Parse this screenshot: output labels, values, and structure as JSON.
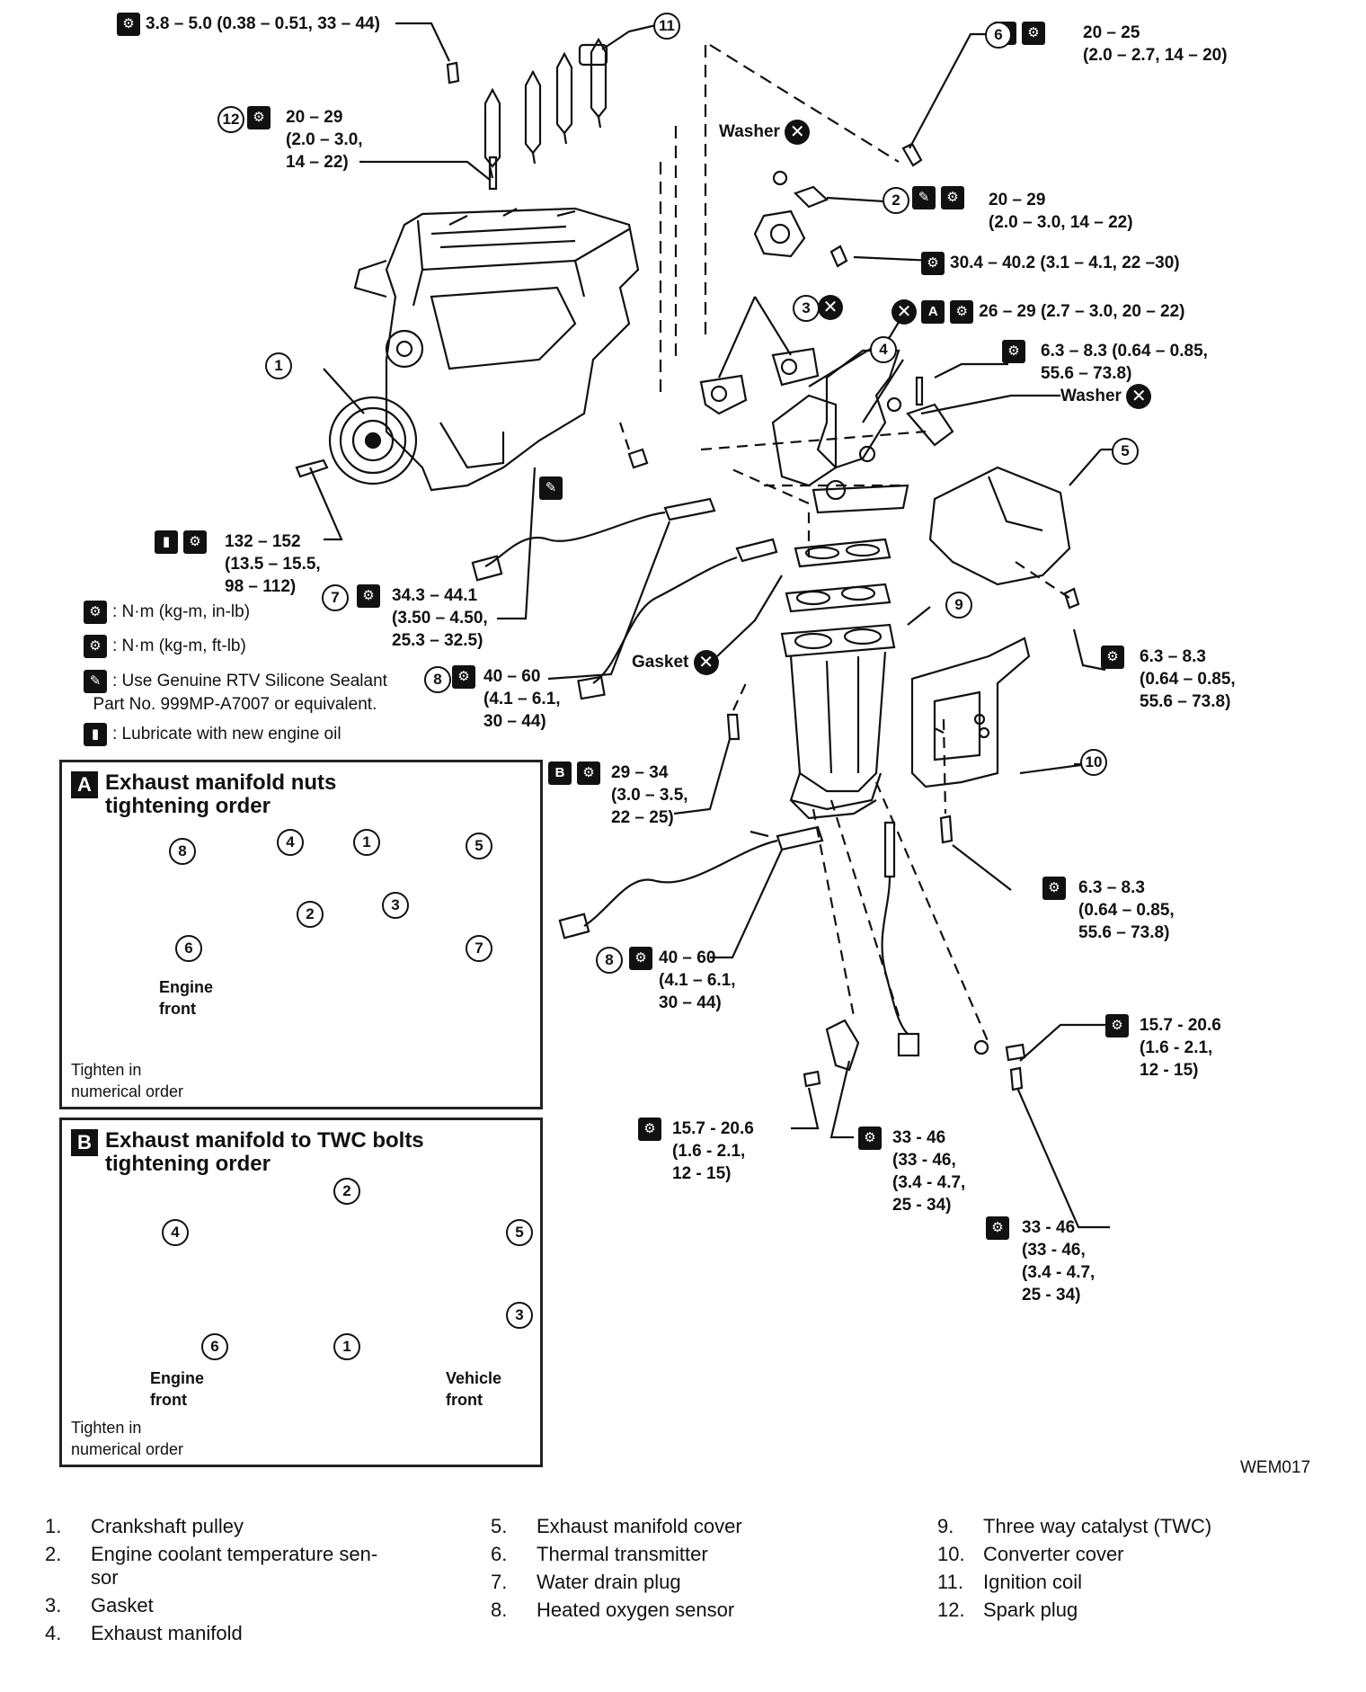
{
  "callouts": {
    "ignition_torque": "3.8 – 5.0 (0.38 – 0.51, 33 – 44)",
    "thermal_torque": "20 – 25\n(2.0 – 2.7, 14 – 20)",
    "spark_plug_torque": "20 – 29\n(2.0 – 3.0,\n14 – 22)",
    "washer": "Washer",
    "coolant_sensor_torque": "20 – 29\n(2.0 – 3.0, 14 – 22)",
    "bracket_bolt_torque": "30.4 – 40.2 (3.1 – 4.1, 22 –30)",
    "manifold_nut_torque": "26 – 29 (2.7 – 3.0, 20 – 22)",
    "bracket_torque": "6.3 – 8.3 (0.64 – 0.85,\n55.6 – 73.8)",
    "washer_2": "Washer",
    "pulley_torque": "132 – 152\n(13.5 – 15.5,\n98 – 112)",
    "drain_plug_torque": "34.3 – 44.1\n(3.50 – 4.50,\n25.3 – 32.5)",
    "cover_bolt_torque": "6.3 – 8.3\n(0.64 – 0.85,\n55.6 – 73.8)",
    "gasket": "Gasket",
    "o2_upper_torque": "40 – 60\n(4.1 – 6.1,\n30 – 44)",
    "twc_bolt_torque": "29 – 34\n(3.0 – 3.5,\n22 – 25)",
    "converter_cover_torque": "6.3 – 8.3\n(0.64 – 0.85,\n55.6 – 73.8)",
    "o2_lower_torque": "40 – 60\n(4.1 – 6.1,\n30 – 44)",
    "bracket_right_torque": "15.7 - 20.6\n(1.6 - 2.1,\n12 - 15)",
    "bracket_left_torque": "15.7 - 20.6\n(1.6 - 2.1,\n12 - 15)",
    "stay_torque_1": "33 - 46\n(33 - 46,\n(3.4 - 4.7,\n25 - 34)",
    "stay_torque_2": "33 - 46\n(33 - 46,\n(3.4 - 4.7,\n25 - 34)",
    "figure_code": "WEM017"
  },
  "callout_letters": {
    "a": "A",
    "b": "B"
  },
  "legend": {
    "nm_inlb": ": N·m (kg-m, in-lb)",
    "nm_ftlb": ": N·m (kg-m, ft-lb)",
    "rtv": ": Use Genuine RTV Silicone Sealant\n  Part No. 999MP-A7007 or equivalent.",
    "oil": ": Lubricate with new engine oil"
  },
  "box_a": {
    "letter": "A",
    "title": "Exhaust manifold nuts\ntightening order",
    "engine_front": "Engine\nfront",
    "note": "Tighten in\nnumerical order",
    "numbers": [
      "1",
      "2",
      "3",
      "4",
      "5",
      "6",
      "7",
      "8"
    ]
  },
  "box_b": {
    "letter": "B",
    "title": "Exhaust manifold to TWC bolts\ntightening order",
    "engine_front": "Engine\nfront",
    "vehicle_front": "Vehicle\nfront",
    "note": "Tighten in\nnumerical order",
    "numbers": [
      "1",
      "2",
      "3",
      "4",
      "5",
      "6"
    ]
  },
  "callout_numbers": [
    "1",
    "2",
    "3",
    "4",
    "5",
    "6",
    "7",
    "8",
    "8",
    "9",
    "10",
    "11",
    "12"
  ],
  "parts": [
    {
      "num": "1.",
      "name": "Crankshaft pulley"
    },
    {
      "num": "2.",
      "name": "Engine coolant temperature sen-\nsor"
    },
    {
      "num": "3.",
      "name": "Gasket"
    },
    {
      "num": "4.",
      "name": "Exhaust manifold"
    },
    {
      "num": "5.",
      "name": "Exhaust manifold cover"
    },
    {
      "num": "6.",
      "name": "Thermal transmitter"
    },
    {
      "num": "7.",
      "name": "Water drain plug"
    },
    {
      "num": "8.",
      "name": "Heated oxygen sensor"
    },
    {
      "num": "9.",
      "name": "Three way catalyst (TWC)"
    },
    {
      "num": "10.",
      "name": "Converter cover"
    },
    {
      "num": "11.",
      "name": "Ignition coil"
    },
    {
      "num": "12.",
      "name": "Spark plug"
    }
  ]
}
